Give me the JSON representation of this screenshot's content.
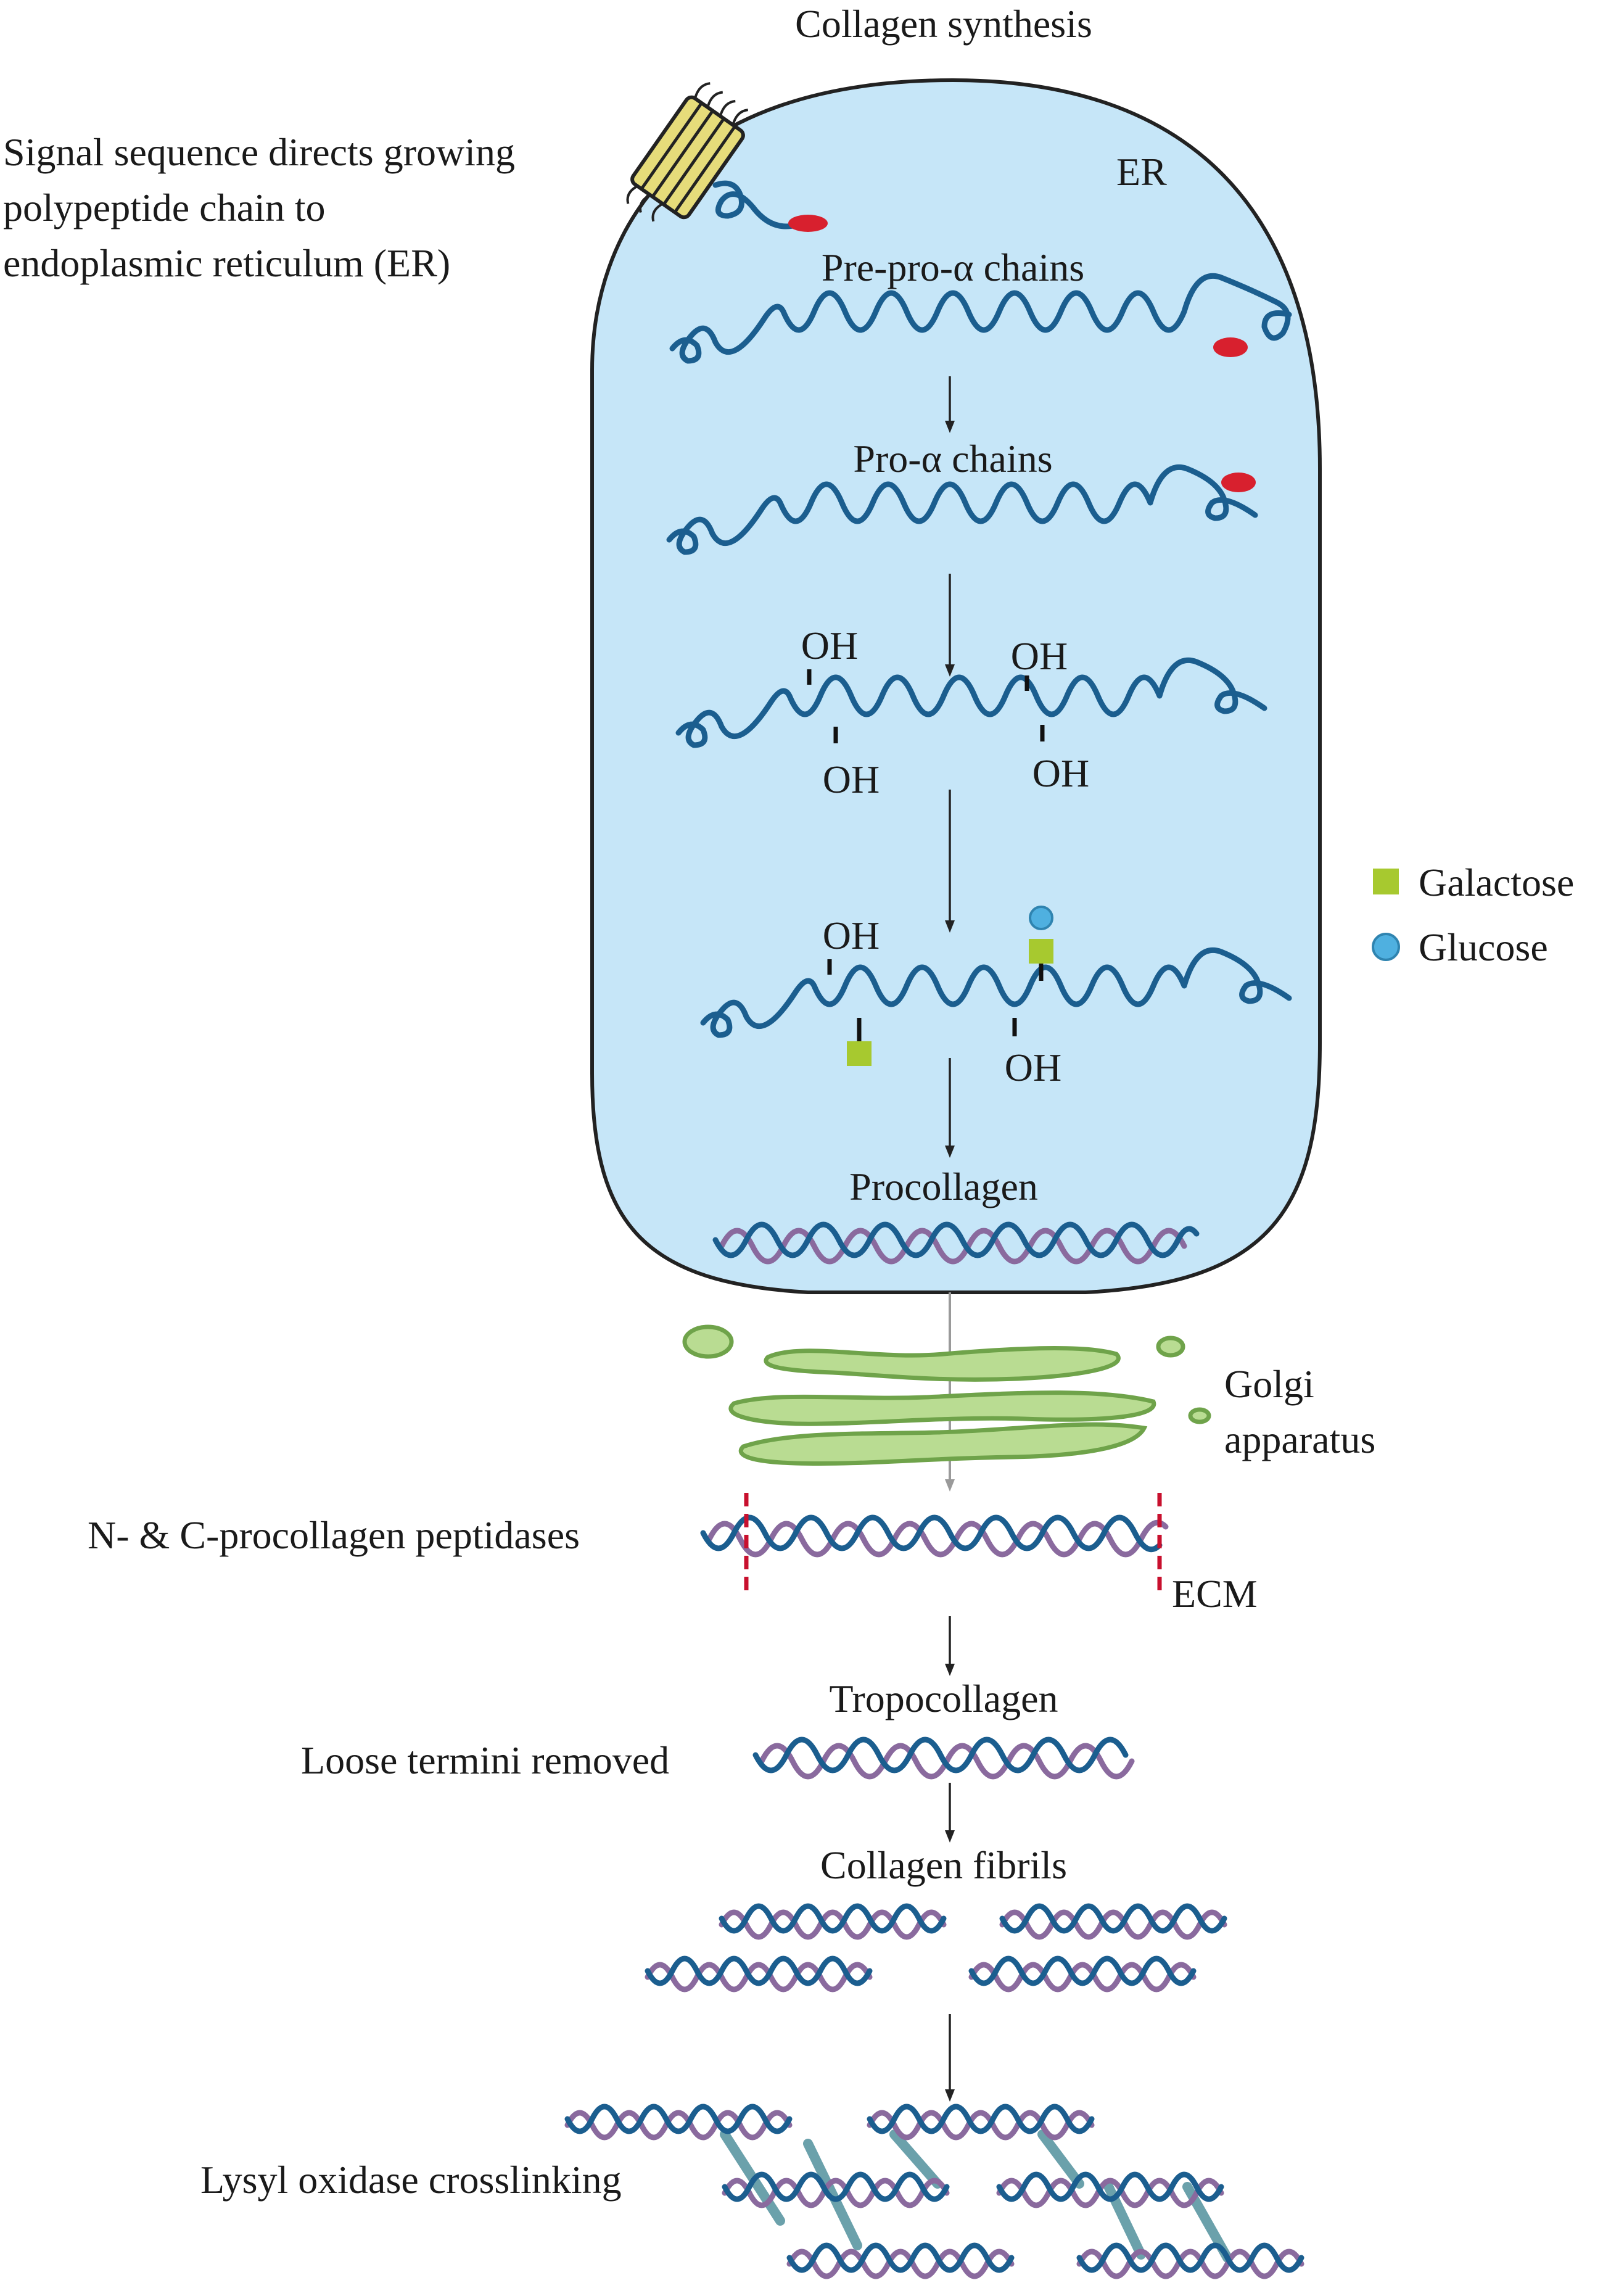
{
  "title": "Collagen synthesis",
  "labels": {
    "signal_line1": "Signal sequence directs growing",
    "signal_line2": "polypeptide chain to",
    "signal_line3": "endoplasmic reticulum (ER)",
    "er": "ER",
    "prepro": "Pre-pro-α chains",
    "pro": "Pro-α chains",
    "oh": "OH",
    "procollagen": "Procollagen",
    "golgi_line1": "Golgi",
    "golgi_line2": "apparatus",
    "peptidases": "N- & C-procollagen peptidases",
    "ecm": "ECM",
    "tropocollagen": "Tropocollagen",
    "loose_termini": "Loose termini removed",
    "fibrils": "Collagen fibrils",
    "lysyl": "Lysyl oxidase crosslinking"
  },
  "legend": [
    {
      "label": "Galactose",
      "symbol": "square",
      "color": "#a7c92f"
    },
    {
      "label": "Glucose",
      "symbol": "circle",
      "color": "#4fb0e0"
    }
  ],
  "colors": {
    "er_fill": "#c6e6f8",
    "er_stroke": "#222222",
    "chain": "#1b5e8f",
    "helix_purple": "#8a6a9e",
    "signal_peptide": "#d8202e",
    "golgi_fill": "#b9dc92",
    "golgi_stroke": "#6fa34a",
    "ribosome": "#e6dc7a",
    "peptidase_cut": "#c8102e",
    "crosslink": "#5b97a3"
  }
}
